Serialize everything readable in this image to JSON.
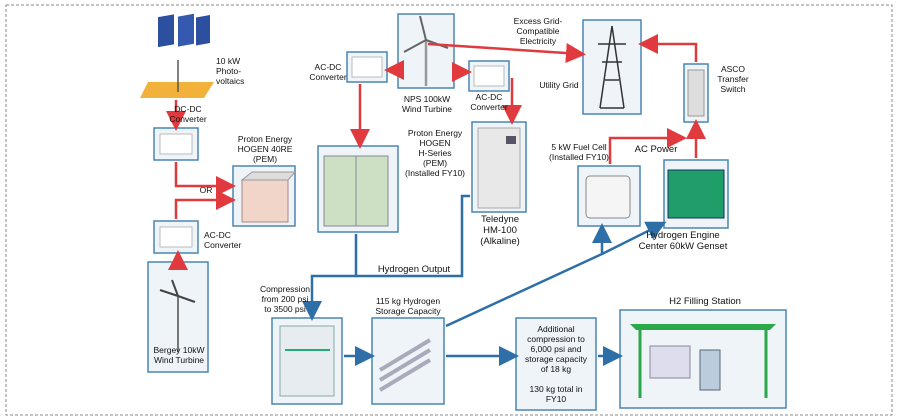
{
  "labels": {
    "pv": "10 kW\nPhoto-\nvoltaics",
    "dcdc": "DC-DC\nConverter",
    "proton40": "Proton Energy\nHOGEN 40RE\n(PEM)",
    "or": "OR",
    "acdc_left": "AC-DC\nConverter",
    "bergey": "Bergey 10kW\nWind Turbine",
    "acdc_top": "AC-DC\nConverter",
    "nps": "NPS 100kW\nWind Turbine",
    "acdc_mid": "AC-DC\nConverter",
    "protonH": "Proton Energy\nHOGEN\nH-Series\n(PEM)\n(Installed FY10)",
    "excess": "Excess Grid-\nCompatible\nElectricity",
    "utility": "Utility Grid",
    "asco": "ASCO\nTransfer\nSwitch",
    "fuelcell": "5 kW Fuel Cell\n(Installed FY10)",
    "acpower": "AC Power",
    "teledyne": "Teledyne\nHM-100\n(Alkaline)",
    "hydrogen_output": "Hydrogen  Output",
    "engine": "Hydrogen Engine\nCenter 60kW Genset",
    "compression": "Compression\nfrom 200 psi\nto 3500 psi",
    "storage": "115 kg Hydrogen\nStorage Capacity",
    "additional": "Additional\ncompression to\n6,000 psi and\nstorage capacity\nof 18 kg",
    "total": "130 kg total in\nFY10",
    "filling": "H2 Filling Station"
  },
  "colors": {
    "red_arrow": "#e03a3e",
    "blue_arrow": "#2f6fa8",
    "box_border": "#4a86b4",
    "box_fill": "#eef4f8"
  }
}
